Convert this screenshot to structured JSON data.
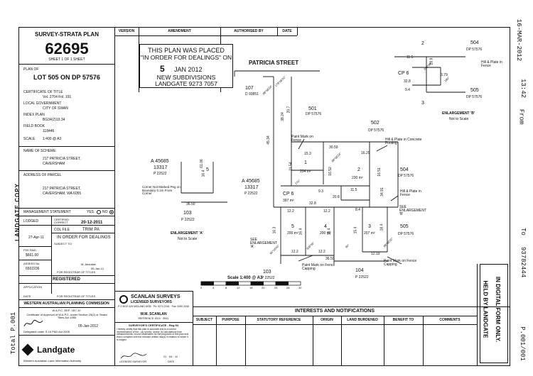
{
  "fax": {
    "date": "16-MAR-2012",
    "time": "13:42",
    "from": "From",
    "to": "To",
    "number": "93782444",
    "page": "P.001/001",
    "total": "Total P.001"
  },
  "title_block": {
    "heading": "SURVEY-STRATA PLAN",
    "plan_number": "62695",
    "sheet": "SHEET 1 OF 1 SHEET",
    "plan_of_label": "PLAN OF",
    "plan_of_value": "LOT 505 ON DP 57576",
    "certificate_label": "CERTIFICATE OF TITLE",
    "certificate_value": "Vol. 2704 Fol. 191",
    "local_gov_label": "LOCAL GOVERNMENT",
    "local_gov_value": "CITY OF SWAN",
    "index_plan_label": "INDEX PLAN",
    "index_plan_value": "BG34(2)19.34",
    "field_book_label": "FIELD BOOK",
    "field_book_value": "118446",
    "scale_label": "SCALE",
    "scale_value": "1:400 @ A3",
    "scheme_label": "NAME OF SCHEME",
    "scheme_value_1": "217 PATRICIA STREET,",
    "scheme_value_2": "CAVERSHAM",
    "address_label": "ADDRESS OF PARCEL",
    "address_value_1": "217 PATRICIA STREET,",
    "address_value_2": "CAVERSHAM, WA 6055",
    "mgmt_label": "MANAGEMENT STATEMENT",
    "mgmt_yes": "YES",
    "mgmt_no": "NO",
    "lodged_label": "LODGED",
    "certified_label": "CERTIFIED CORRECT",
    "certified_date": "20-12-2011",
    "fee_date": "27-Apr-11",
    "col_file_label": "COL FILE",
    "col_file_value": "TRIM PA",
    "in_order": "IN ORDER FOR DEALINGS",
    "subject_to": "SUBJECT TO",
    "fee_paid_label": "FEE PAID",
    "fee_paid_value": "$661.00",
    "assess_label": "ASSESS No.",
    "assess_value": "6502236",
    "registrar_sig": "M. Abdullah",
    "registrar_date": "05-Jan-12",
    "registrar_label": "FOR REGISTRAR OF TITLES",
    "registered_label": "REGISTERED",
    "application_label": "APPLICATION",
    "date_label": "DATE",
    "wapc_title": "WESTERN AUSTRALIAN PLANNING COMMISSION",
    "wapc_ref": "W.A.P.C. REF: 1B7-10",
    "wapc_text": "Certificate of Approval of W.A.P.C. under Section 25(2) or Strata Titles Act 1985",
    "wapc_date": "05-Jan-2012",
    "wapc_delegate": "Delegated under S.16 P&D Act 2005",
    "side_stamp": "LANDGATE COPY",
    "landgate": "Landgate",
    "landgate_sub": "Western Australian Land Information Authority"
  },
  "version_table": {
    "col_version": "VERSION",
    "col_amendment": "AMENDMENT",
    "col_authorised": "AUTHORISED BY",
    "col_date": "DATE"
  },
  "stamp": {
    "line1": "THIS PLAN WAS PLACED",
    "line2": "\"IN ORDER FOR DEALINGS\" ON",
    "day": "5",
    "month_year": "JAN 2012",
    "line4": "NEW SUBDIVISIONS",
    "line5": "LANDGATE 9273 7057"
  },
  "plan": {
    "street": "PATRICIA STREET",
    "lot107": "107",
    "lot107_dp": "D 93851",
    "lot501": "501",
    "lot502": "502",
    "lot504": "504",
    "lot505": "505",
    "dp": "DP 57576",
    "lot103": "103",
    "p22522": "P 22522",
    "lot104": "104",
    "a45685": "A 45685",
    "n13317": "13317",
    "cp6": "CP 6",
    "cp6_area": "397 m²",
    "lot1": "1",
    "lot1_area": "204 m²",
    "lot2": "2",
    "lot2_area": "230 m²",
    "lot3": "3",
    "lot3_area": "207 m²",
    "lot4": "4",
    "lot4_area": "200 m²",
    "lot5": "5",
    "lot5_area": "200 m²",
    "lot5w": "5",
    "enl_a": "ENLARGEMENT 'A'",
    "enl_b": "ENLARGEMENT 'B'",
    "not_to_scale": "Not to Scale",
    "see_enl_a": "SEE ENLARGEMENT 'A'",
    "see_enl_b": "SEE ENLARGEMENT 'B'",
    "paint_fence": "Paint Mark on Fence",
    "hill_plate_footing": "Hill & Plate in Concrete Footing",
    "hill_plate_fence": "Hill & Plate in Fence",
    "paint_capping": "Paint Mark on Fence Capping",
    "corner_note": "Corner Not Marked Peg on Boundary 0.1m From Corner",
    "dims": [
      "45.34",
      "38.24",
      "20.7",
      "15.3",
      "30.59",
      "16.29",
      "11.54",
      "16.52",
      "16.51",
      "9.3",
      "11.5",
      "32.8",
      "20.8",
      "34.91",
      "12.2",
      "12.2",
      "8.4",
      "16.3",
      "16.4",
      "16.4",
      "18.4",
      "15.4",
      "36.50",
      "12.19",
      "12.2",
      "12.2",
      "36.50",
      "61.06",
      "16.4",
      "11.5",
      "28.9",
      "3.79",
      "32.8",
      "9.4"
    ],
    "bearings": [
      "89°58'24\"",
      "179°58'00\"",
      "89°58'24\"",
      "89°56'20\"",
      "90°16'00\"",
      "270°",
      "359°56'",
      "90°",
      "269°58'",
      "180°"
    ],
    "scale_bar": "Scale 1:400 @ A3",
    "scale_ticks": [
      "0",
      "4",
      "8",
      "12",
      "16",
      "20",
      "24",
      "28",
      "32"
    ]
  },
  "surveyor": {
    "firm": "SCANLAN SURVEYS",
    "firm_sub": "LICENSED SURVEYORS",
    "address": "P O BOX 429 MIDLAND 6936 · Ph: 9274 2244 · Fax: 9250 3348",
    "name": "W.M. SCANLAN",
    "reference": "REFERENCE: 8310 · 05/11",
    "cert_heading": "SURVEYOR'S CERTIFICATE - Reg 54",
    "cert_text": "I hereby certify that this plan is accurate and is a correct representation of the - (a) survey; and/or (b) calculations from measurements; record undertaken for the purposes of this plan and that it complies with the relevant written law(s) in relation to which it is lodged.",
    "cert_date": "21 · 04 · 11",
    "sig_label": "LICENSED SURVEYOR",
    "date_label": "DATE"
  },
  "interests": {
    "title": "INTERESTS AND NOTIFICATIONS",
    "col_subject": "SUBJECT",
    "col_purpose": "PURPOSE",
    "col_statutory": "STATUTORY REFERENCE",
    "col_origin": "ORIGIN",
    "col_burdened": "LAND BURDENED",
    "col_benefit": "BENEFIT TO",
    "col_comments": "COMMENTS"
  },
  "held": {
    "line1": "HELD BY LANDGATE",
    "line2": "IN DIGITAL FORM ONLY."
  }
}
